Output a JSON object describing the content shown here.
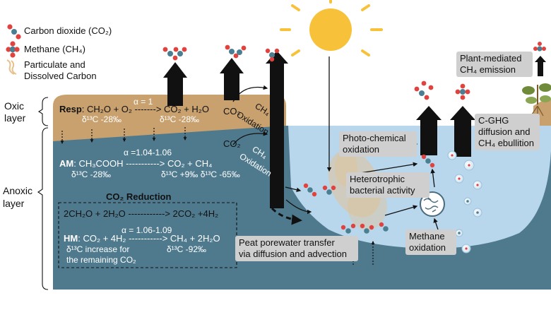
{
  "legend": {
    "co2": "Carbon dioxide (CO₂)",
    "ch4": "Methane (CH₄)",
    "pdc_line1": "Particulate and",
    "pdc_line2": "Dissolved Carbon"
  },
  "layers": {
    "oxic_l1": "Oxic",
    "oxic_l2": "layer",
    "anoxic_l1": "Anoxic",
    "anoxic_l2": "layer"
  },
  "resp": {
    "label": "Resp",
    "eq": ": CH₂O + O₂ ------->  CO₂ + H₂O",
    "alpha": "α = 1",
    "d13c_left": "δ¹³C -28‰",
    "d13c_right": "δ¹³C -28‰"
  },
  "am": {
    "label": "AM",
    "eq": ": CH₃COOH -----------> CO₂ +    CH₄",
    "alpha": "α =1.04-1.06",
    "d13c_left": "δ¹³C -28‰",
    "d13c_right": "δ¹³C +9‰  δ¹³C -65‰"
  },
  "co2red": {
    "title": "CO₂ Reduction",
    "eq1": "2CH₂O + 2H₂O ------------> 2CO₂ +4H₂",
    "hm_label": "HM",
    "hm_eq": ": CO₂ + 4H₂ -----------> CH₄ + 2H₂O",
    "alpha": "α = 1.06-1.09",
    "d13c": "δ¹³C -92‰",
    "note1": "δ¹³C increase for",
    "note2": "the remaining CO₂"
  },
  "oxidation": {
    "ch4_a": "CH₄",
    "oxid_a": "Oxidation",
    "co2_oxid": "CO₂",
    "co2_mid": "CO₂",
    "ch4_b": "CH₄",
    "oxid_b": "Oxidation"
  },
  "boxes": {
    "photo_l1": "Photo-chemical",
    "photo_l2": "oxidation",
    "hetero_l1": "Heterotrophic",
    "hetero_l2": "bacterial activity",
    "peat_l1": "Peat porewater transfer",
    "peat_l2": "via diffusion and advection",
    "methox_l1": "Methane",
    "methox_l2": "oxidation",
    "cghg_l1": "C-GHG",
    "cghg_l2": "diffusion and",
    "cghg_l3": "CH₄ ebullition",
    "plant_l1": "Plant-mediated",
    "plant_l2": "CH₄ emission"
  },
  "colors": {
    "soil": "#c8a16f",
    "peat": "#4f7a8e",
    "water": "#b9d7ec",
    "sun": "#f7c23a",
    "co2_red": "#e2423d",
    "ch4_blue": "#4a7f92",
    "box": "#cfcfcf"
  }
}
